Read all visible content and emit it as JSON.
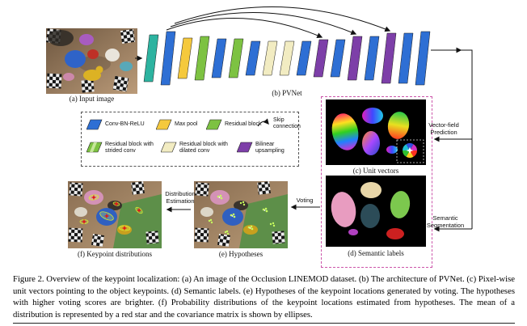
{
  "panels": {
    "a_caption": "(a) Input image",
    "b_caption": "(b) PVNet",
    "c_caption": "(c) Unit vectors",
    "d_caption": "(d) Semantic labels",
    "e_caption": "(e) Hypotheses",
    "f_caption": "(f) Keypoint distributions"
  },
  "flow_labels": {
    "vector_field": "Vector-field Prediction",
    "semantic_segmentation": "Semantic Segmentation",
    "voting": "Voting",
    "distribution_estimation": "Distribution Estimation"
  },
  "legend": {
    "conv": "Conv-BN-ReLU",
    "maxpool": "Max pool",
    "residual": "Residual block",
    "skip": "Skip connection",
    "strided": "Residual block with strided conv",
    "dilated": "Residual block with dilated conv",
    "bilinear": "Bilinear upsampling"
  },
  "colors": {
    "blue": "#2e6fd4",
    "green": "#7dc242",
    "cream": "#f2ecc2",
    "purple": "#7d3fa8",
    "teal": "#2db3a0",
    "yellow": "#f5c93d",
    "stripe": "#c6e69a",
    "box_outline": "#cc55aa"
  },
  "architecture": {
    "blocks": [
      {
        "color": "teal",
        "h": 58
      },
      {
        "color": "blue",
        "h": 66
      },
      {
        "color": "yellow",
        "h": 50
      },
      {
        "color": "green",
        "h": 54
      },
      {
        "color": "blue",
        "h": 48
      },
      {
        "color": "green",
        "h": 48
      },
      {
        "color": "blue",
        "h": 42
      },
      {
        "color": "cream",
        "h": 42
      },
      {
        "color": "cream",
        "h": 42
      },
      {
        "color": "blue",
        "h": 42
      },
      {
        "color": "purple",
        "h": 46
      },
      {
        "color": "blue",
        "h": 46
      },
      {
        "color": "purple",
        "h": 54
      },
      {
        "color": "blue",
        "h": 54
      },
      {
        "color": "purple",
        "h": 62
      },
      {
        "color": "blue",
        "h": 62
      },
      {
        "color": "blue",
        "h": 66
      }
    ]
  },
  "caption": {
    "text": "Figure 2. Overview of the keypoint localization: (a) An image of the Occlusion LINEMOD dataset. (b) The architecture of PVNet. (c) Pixel-wise unit vectors pointing to the object keypoints. (d) Semantic labels. (e) Hypotheses of the keypoint locations generated by voting. The hypotheses with higher voting scores are brighter. (f) Probability distributions of the keypoint locations estimated from hypotheses. The mean of a distribution is represented by a red star and the covariance matrix is shown by ellipses."
  }
}
